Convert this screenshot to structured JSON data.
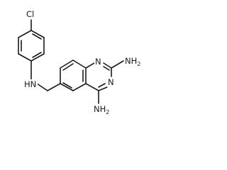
{
  "molecule": {
    "atom_labels": {
      "chlorine": "Cl",
      "amine_linker": "HN",
      "ring_n1": "N",
      "ring_n3": "N",
      "amine_2": "NH",
      "amine_2_sub": "2",
      "amine_4": "NH",
      "amine_4_sub": "2"
    }
  }
}
